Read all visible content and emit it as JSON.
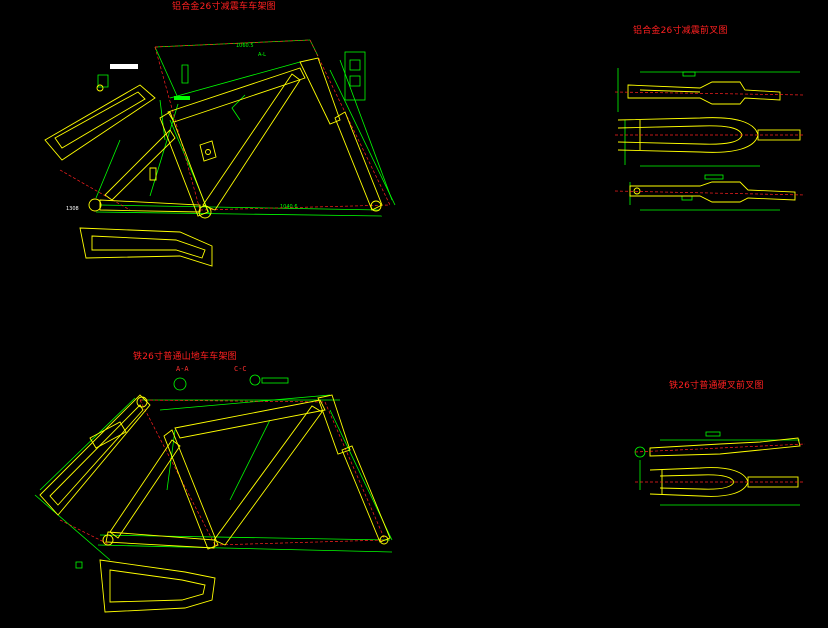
{
  "drawings": {
    "frame_alloy": {
      "title": "铝合金26寸减震车车架图"
    },
    "fork_alloy": {
      "title": "铝合金26寸减震前叉图"
    },
    "frame_steel": {
      "title": "铁26寸普通山地车车架图",
      "section_a": "A-A",
      "section_c": "C-C"
    },
    "fork_steel": {
      "title": "铁26寸普通硬叉前叉图"
    }
  },
  "colors": {
    "background": "#000000",
    "outline": "#ffff00",
    "dimension": "#00ff00",
    "centerline": "#ff2020",
    "title": "#ff2020",
    "label": "#ffffff"
  }
}
